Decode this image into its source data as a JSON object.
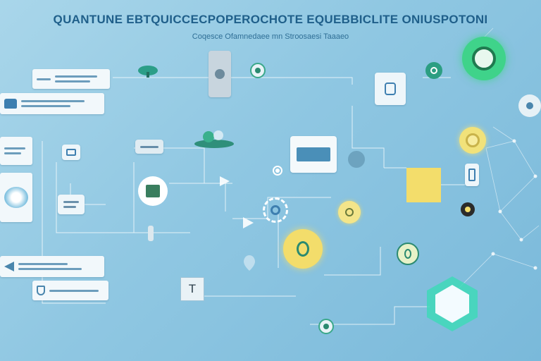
{
  "diagram": {
    "title": "QUANTUNE EBTQUICCECPOPEROCHOTE EQUEBBICLITE ONIUSPOTONI",
    "subtitle": "Coqesce Ofamnedaee mn Stroosaesi Taaaeo",
    "center_label": "T"
  },
  "colors": {
    "background": "#8fc7e2",
    "wire": "#ffffff",
    "accent_green": "#2fbf71",
    "accent_yellow": "#f3dd6b",
    "accent_teal": "#3fd9b8",
    "text_dark": "#1f5f8a"
  },
  "icons": [
    "robot-badge-icon",
    "shield-icon",
    "lock-icon",
    "chip-icon",
    "globe-icon",
    "gear-icon",
    "coin-icon",
    "hexagon-icon",
    "tree-icon",
    "key-icon",
    "cloud-icon"
  ]
}
